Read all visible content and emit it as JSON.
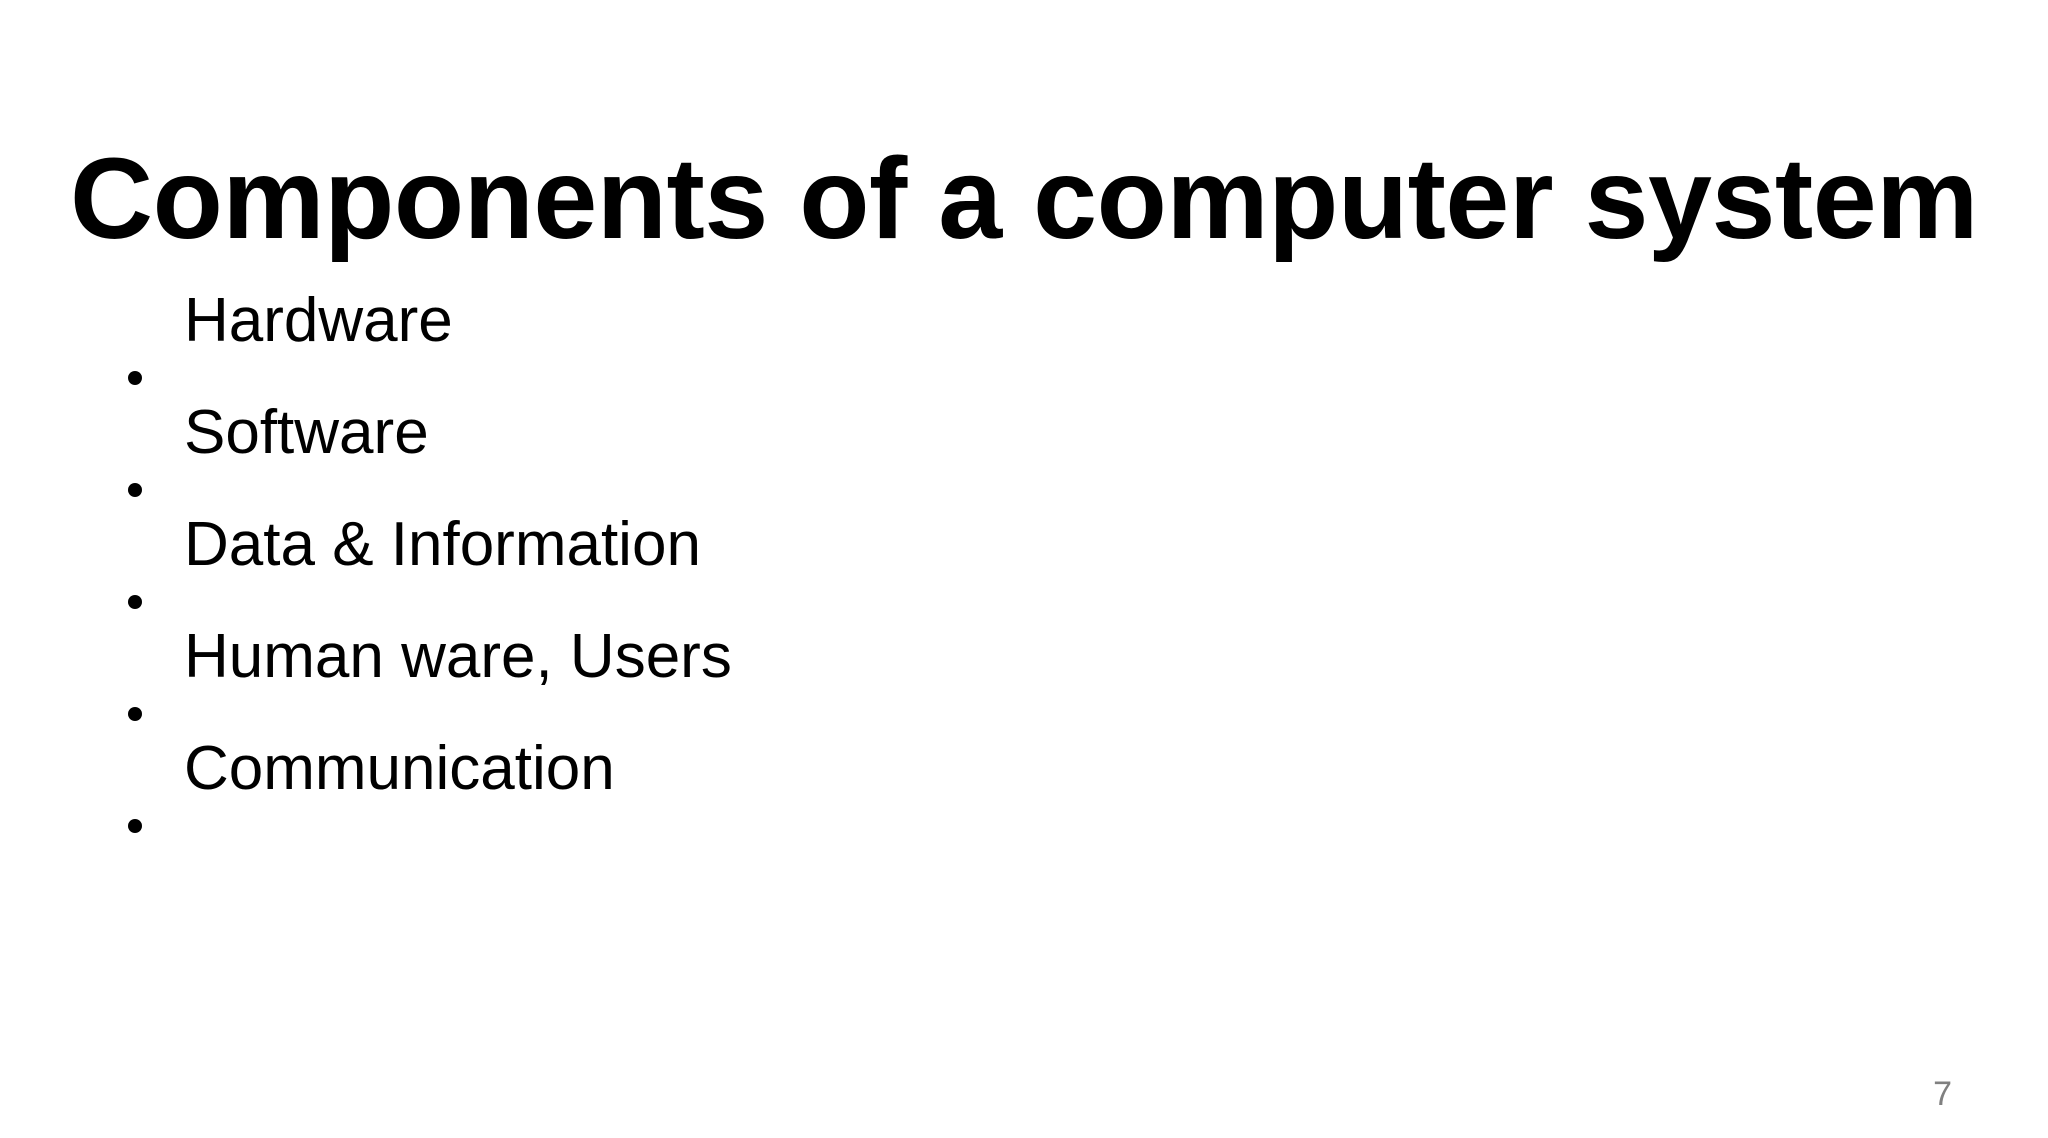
{
  "slide": {
    "background_color": "#ffffff",
    "title": "Components of a computer system",
    "title_color": "#000000",
    "body_color": "#000000",
    "bullet_glyph": "bullet-dot",
    "bullets": [
      {
        "label": "Hardware"
      },
      {
        "label": "Software"
      },
      {
        "label": "Data & Information"
      },
      {
        "label": "Human ware, Users"
      },
      {
        "label": "Communication"
      }
    ],
    "page_number": "7",
    "page_number_color": "#808080"
  }
}
